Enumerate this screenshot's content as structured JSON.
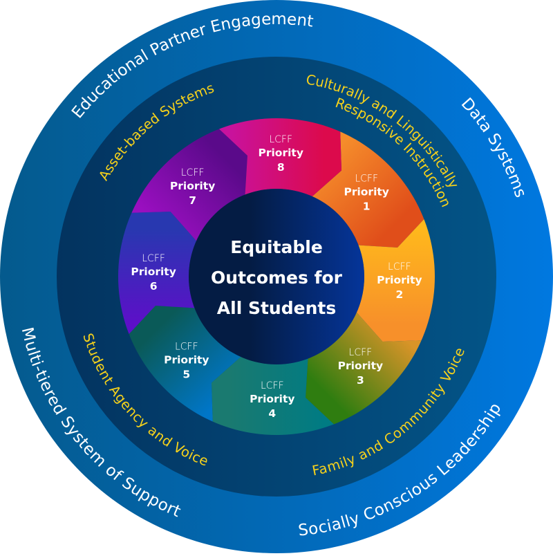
{
  "center": {
    "lines": [
      "Equitable",
      "Outcomes for",
      "All Students"
    ]
  },
  "outer_ring": {
    "labels": [
      "Educational Partner Engagement",
      "Data Systems",
      "Socially Conscious Leadership",
      "Multi-tiered System of Support"
    ]
  },
  "middle_ring": {
    "labels": [
      "Asset-based Systems",
      "Culturally and Linguistically",
      "Responsive Instruction",
      "Family and Community Voice",
      "Student Agency and Voice"
    ]
  },
  "priorities": [
    {
      "prefix": "LCFF",
      "label": "Priority",
      "number": "1",
      "color_from": "#f58c2b",
      "color_to": "#e04e1a"
    },
    {
      "prefix": "LCFF",
      "label": "Priority",
      "number": "2",
      "color_from": "#ffb81c",
      "color_to": "#f7902a"
    },
    {
      "prefix": "LCFF",
      "label": "Priority",
      "number": "3",
      "color_from": "#d99428",
      "color_to": "#2f7d10"
    },
    {
      "prefix": "LCFF",
      "label": "Priority",
      "number": "4",
      "color_from": "#007b83",
      "color_to": "#1a7a70"
    },
    {
      "prefix": "LCFF",
      "label": "Priority",
      "number": "5",
      "color_from": "#0076c8",
      "color_to": "#0a5a58"
    },
    {
      "prefix": "LCFF",
      "label": "Priority",
      "number": "6",
      "color_from": "#5d0fc8",
      "color_to": "#2838b0"
    },
    {
      "prefix": "LCFF",
      "label": "Priority",
      "number": "7",
      "color_from": "#9a0fc0",
      "color_to": "#5a0a8a"
    },
    {
      "prefix": "LCFF",
      "label": "Priority",
      "number": "8",
      "color_from": "#c8129e",
      "color_to": "#dc0a4c"
    }
  ],
  "colors": {
    "outer_ring_left": "#045a8d",
    "outer_ring_right": "#0078e0",
    "middle_ring_left": "#03335f",
    "middle_ring_right": "#035487",
    "center_left": "#041c44",
    "center_right": "#05359a",
    "white_label": "#ffffff",
    "yellow_label": "#f7d21b"
  }
}
